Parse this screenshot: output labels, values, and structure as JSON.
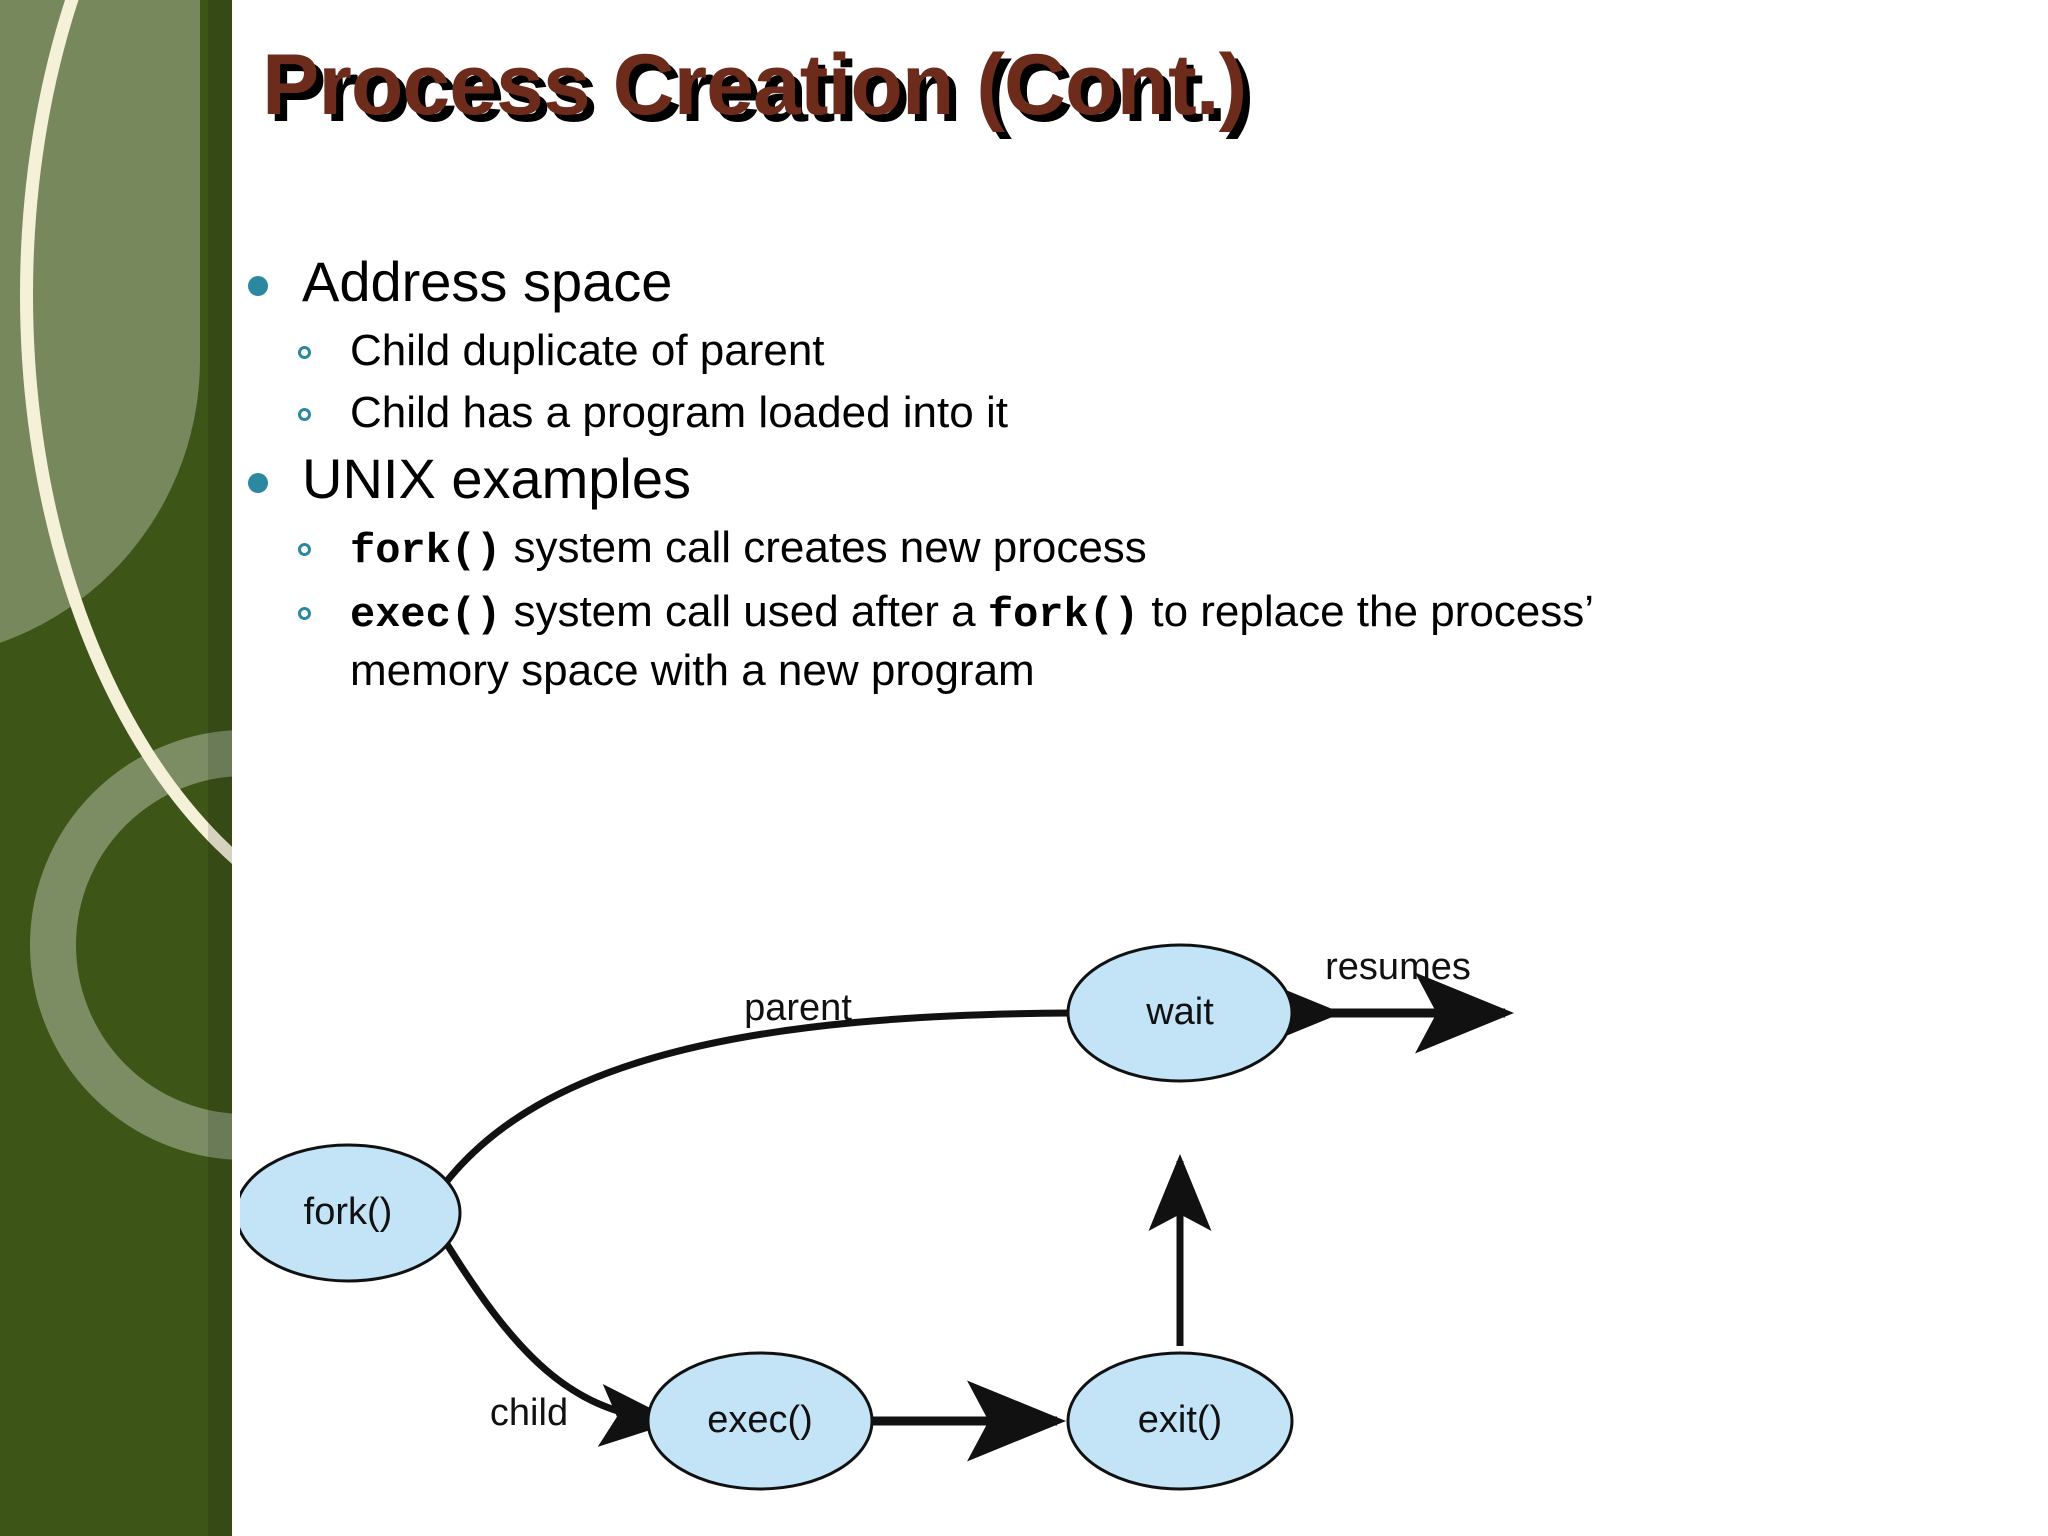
{
  "slide": {
    "title": "Process Creation (Cont.)",
    "title_color": "#6d2b1c",
    "accent_bullet_color": "#2c87a0",
    "band_color": "#3d5517",
    "node_fill": "#c3e4f7"
  },
  "bullets": [
    {
      "level": 1,
      "text": "Address space",
      "children": [
        {
          "level": 2,
          "text": "Child duplicate of parent"
        },
        {
          "level": 2,
          "text": "Child has a program loaded into it"
        }
      ]
    },
    {
      "level": 1,
      "text": "UNIX examples",
      "children": [
        {
          "level": 2,
          "code1": "fork()",
          "text1": " system call creates new process"
        },
        {
          "level": 2,
          "code1": "exec()",
          "text1": " system call used after a ",
          "code2": "fork()",
          "text2": " to replace the process’ memory space with a new program"
        }
      ]
    }
  ],
  "diagram": {
    "nodes": [
      {
        "id": "fork",
        "label": "fork()"
      },
      {
        "id": "wait",
        "label": "wait"
      },
      {
        "id": "exec",
        "label": "exec()"
      },
      {
        "id": "exit",
        "label": "exit()"
      }
    ],
    "edges": [
      {
        "from": "fork",
        "to": "wait",
        "label": "parent"
      },
      {
        "from": "fork",
        "to": "exec",
        "label": "child"
      },
      {
        "from": "exec",
        "to": "exit",
        "label": ""
      },
      {
        "from": "exit",
        "to": "wait",
        "label": ""
      },
      {
        "from": "wait",
        "to": "out",
        "label": "resumes"
      }
    ]
  }
}
